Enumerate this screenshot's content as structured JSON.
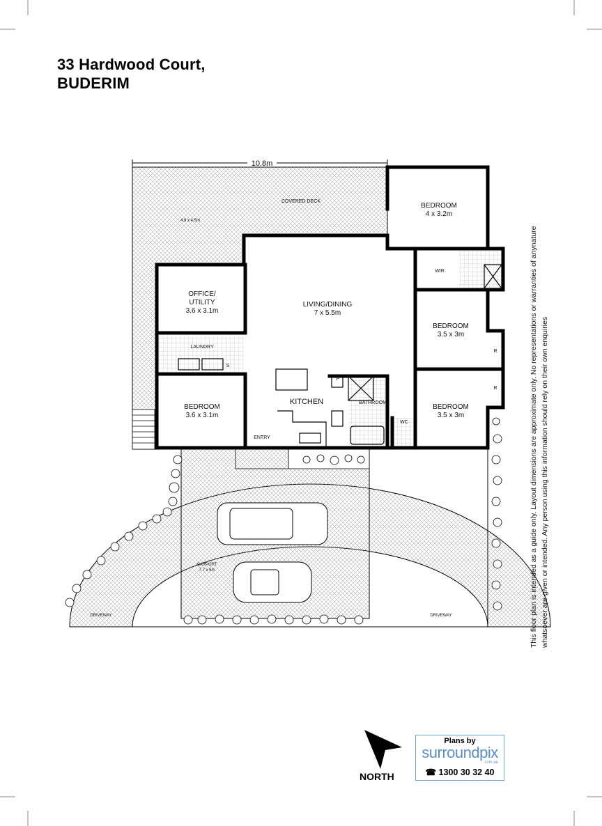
{
  "title": {
    "line1": "33 Hardwood Court,",
    "line2": "BUDERIM"
  },
  "plan": {
    "overall_dimension": "10.8m",
    "rooms": {
      "covered_deck": {
        "name": "COVERED DECK",
        "size": "4.8 x 4.5m"
      },
      "bedroom_top": {
        "name": "BEDROOM",
        "size": "4 x 3.2m"
      },
      "wir": {
        "name": "WIR"
      },
      "living": {
        "name": "LIVING/DINING",
        "size": "7 x 5.5m"
      },
      "office": {
        "name1": "OFFICE/",
        "name2": "UTILITY",
        "size": "3.6 x 3.1m"
      },
      "laundry": {
        "name": "LAUNDRY",
        "s": "S"
      },
      "bedroom_left": {
        "name": "BEDROOM",
        "size": "3.6 x 3.1m"
      },
      "kitchen": {
        "name": "KITCHEN",
        "pantry": "P"
      },
      "bathroom": {
        "name": "BATHROOM"
      },
      "wc": {
        "name": "WC"
      },
      "entry": {
        "name": "ENTRY"
      },
      "bedroom_mid": {
        "name": "BEDROOM",
        "size": "3.5 x 3m"
      },
      "bedroom_low": {
        "name": "BEDROOM",
        "size": "3.5 x 3m"
      },
      "robe1": "R",
      "robe2": "R",
      "carport": {
        "name": "CARPORT",
        "size": "7.7 x 6m"
      },
      "driveway_left": "DRIVEWAY",
      "driveway_right": "DRIVEWAY"
    }
  },
  "compass": {
    "label": "NORTH"
  },
  "branding": {
    "plans_by": "Plans by",
    "name": "surroundpix",
    "domain": "com.au",
    "phone": "1300 30 32 40"
  },
  "disclaimer": {
    "line1": "This floor plan is intended as a guide only. Layout dimensions are approximate only. No representations or warranties of anynature",
    "line2": "whatsoever are given or intended. Any person using this information should rely on their own enquiries"
  }
}
